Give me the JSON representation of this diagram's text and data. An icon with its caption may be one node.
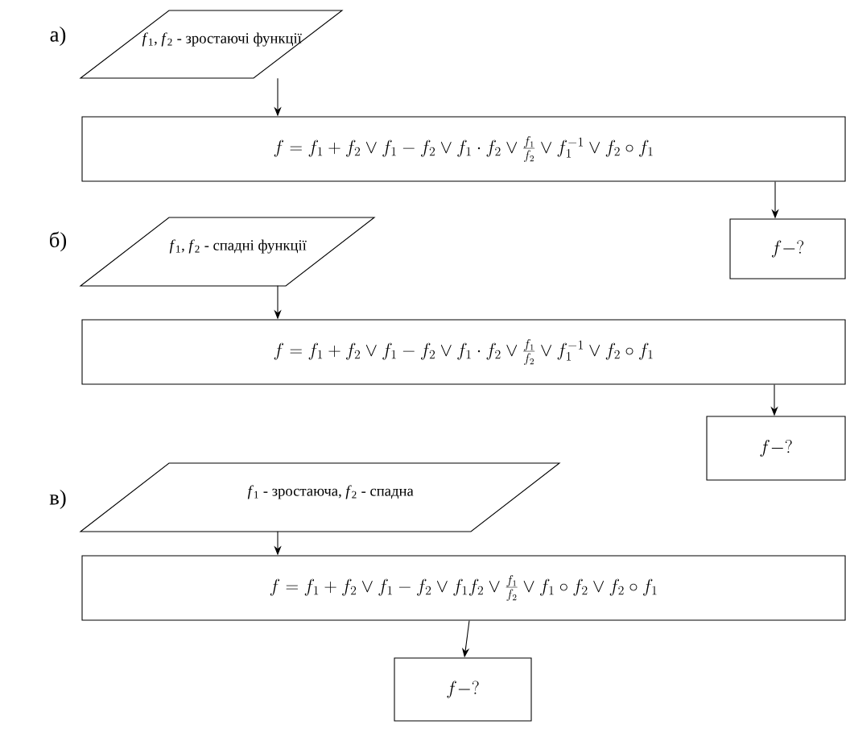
{
  "diagram": {
    "nodes": [
      {
        "text": [
          "*f*$_{1}$, *f*$_{2}$ - зростаючі функції"
        ]
      },
      {
        "text": [
          "f = f_1 + f_2 \\vee f_1 - f_2 \\vee f_1 \\cdot f_2 \\vee \\frac{f_1}{f_2} \\vee f_1^{-1} \\vee f_2 \\circ f_1"
        ]
      },
      {
        "text": [
          "f - ?"
        ]
      },
      {
        "text": [
          "*f*$_{1}$, *f*$_{2}$ - спадні функції"
        ]
      },
      {
        "text": [
          "f = f_1 + f_2 \\vee f_1 - f_2 \\vee f_1 \\cdot f_2 \\vee \\frac{f_1}{f_2} \\vee f_1^{-1} \\vee f_2 \\circ f_1"
        ]
      },
      {
        "text": [
          "f - ?"
        ]
      },
      {
        "text": [
          "*f*$_{1}$ - зростаюча, *f*$_{2}$ - спадна"
        ]
      },
      {
        "text": [
          "f = f_1 + f_2 \\vee f_1 - f_2 \\vee f_1 f_2 \\vee \\frac{f_1}{f_2} \\vee f_1 \\circ f_2 \\vee f_2 \\circ f_1"
        ]
      },
      {
        "text": [
          "f - ?"
        ]
      }
    ],
    "edges": [
      {
        "from": 0,
        "to": 1,
        "arrow": "to"
      },
      {
        "from": 1,
        "to": 2,
        "arrow": "to"
      },
      {
        "from": 3,
        "to": 4,
        "arrow": "to"
      },
      {
        "from": 4,
        "to": 5,
        "arrow": "to"
      },
      {
        "from": 6,
        "to": 7,
        "arrow": "to"
      },
      {
        "from": 7,
        "to": 8,
        "arrow": "to"
      }
    ],
    "labels": [
      "а)",
      "б)",
      "в)"
    ]
  }
}
